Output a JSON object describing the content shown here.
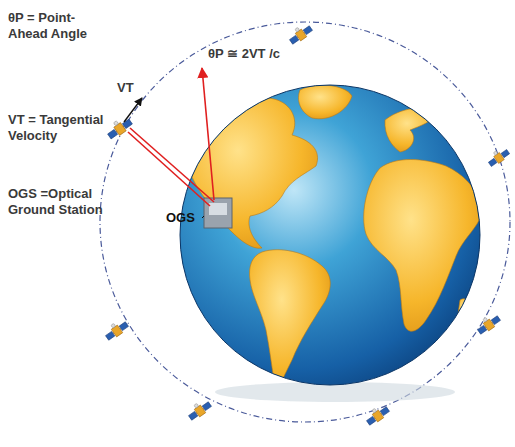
{
  "diagram": {
    "labels": [
      "θP = Point-Ahead Angle",
      "θP ≅ 2VT /c",
      "VT",
      "VT = Tangential Velocity",
      "OGS =Optical Ground Station",
      "OGS"
    ]
  }
}
